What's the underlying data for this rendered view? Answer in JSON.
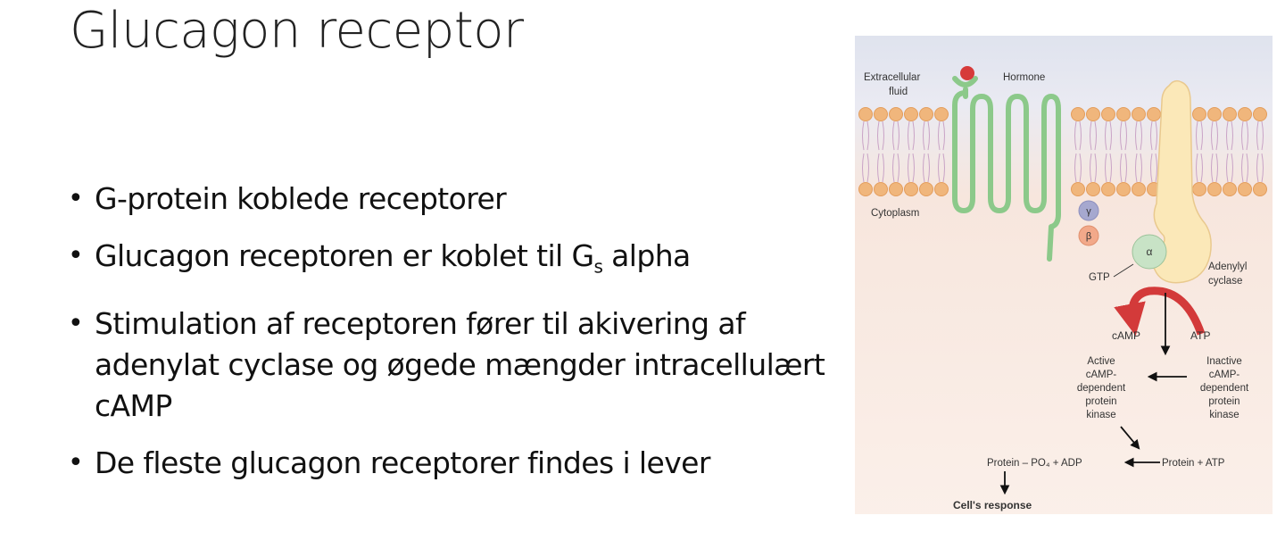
{
  "slide": {
    "title": "Glucagon receptor",
    "bullets": [
      {
        "pre": "G-protein koblede receptorer",
        "sub": "",
        "post": ""
      },
      {
        "pre": "Glucagon receptoren er koblet til G",
        "sub": "s",
        "post": " alpha"
      },
      {
        "pre": "Stimulation af receptoren fører til akivering af adenylat cyclase og øgede mængder intracellulært cAMP",
        "sub": "",
        "post": ""
      },
      {
        "pre": "De fleste glucagon receptorer findes i lever",
        "sub": "",
        "post": ""
      }
    ]
  },
  "figure": {
    "extracellular_line1": "Extracellular",
    "extracellular_line2": "fluid",
    "hormone": "Hormone",
    "cytoplasm": "Cytoplasm",
    "gamma": "γ",
    "beta": "β",
    "alpha": "α",
    "gtp": "GTP",
    "adenylyl_line1": "Adenylyl",
    "adenylyl_line2": "cyclase",
    "camp": "cAMP",
    "atp": "ATP",
    "active_lines": [
      "Active",
      "cAMP-",
      "dependent",
      "protein",
      "kinase"
    ],
    "inactive_lines": [
      "Inactive",
      "cAMP-",
      "dependent",
      "protein",
      "kinase"
    ],
    "protein_po4": "Protein – PO₄ + ADP",
    "protein_atp": "Protein + ATP",
    "response": "Cell's response",
    "colors": {
      "extracellular_bg": "#dfe3ee",
      "cytoplasm_bg": "#f7e6dd",
      "lipid_head": "#f0b67c",
      "receptor": "#8cc98a",
      "cyclase": "#fbe8b8",
      "hormone": "#d63a3a",
      "arrow_red": "#d33a3a",
      "gamma": "#a6a8cf",
      "beta": "#f2a98a",
      "alpha": "#c8e3c6"
    }
  }
}
